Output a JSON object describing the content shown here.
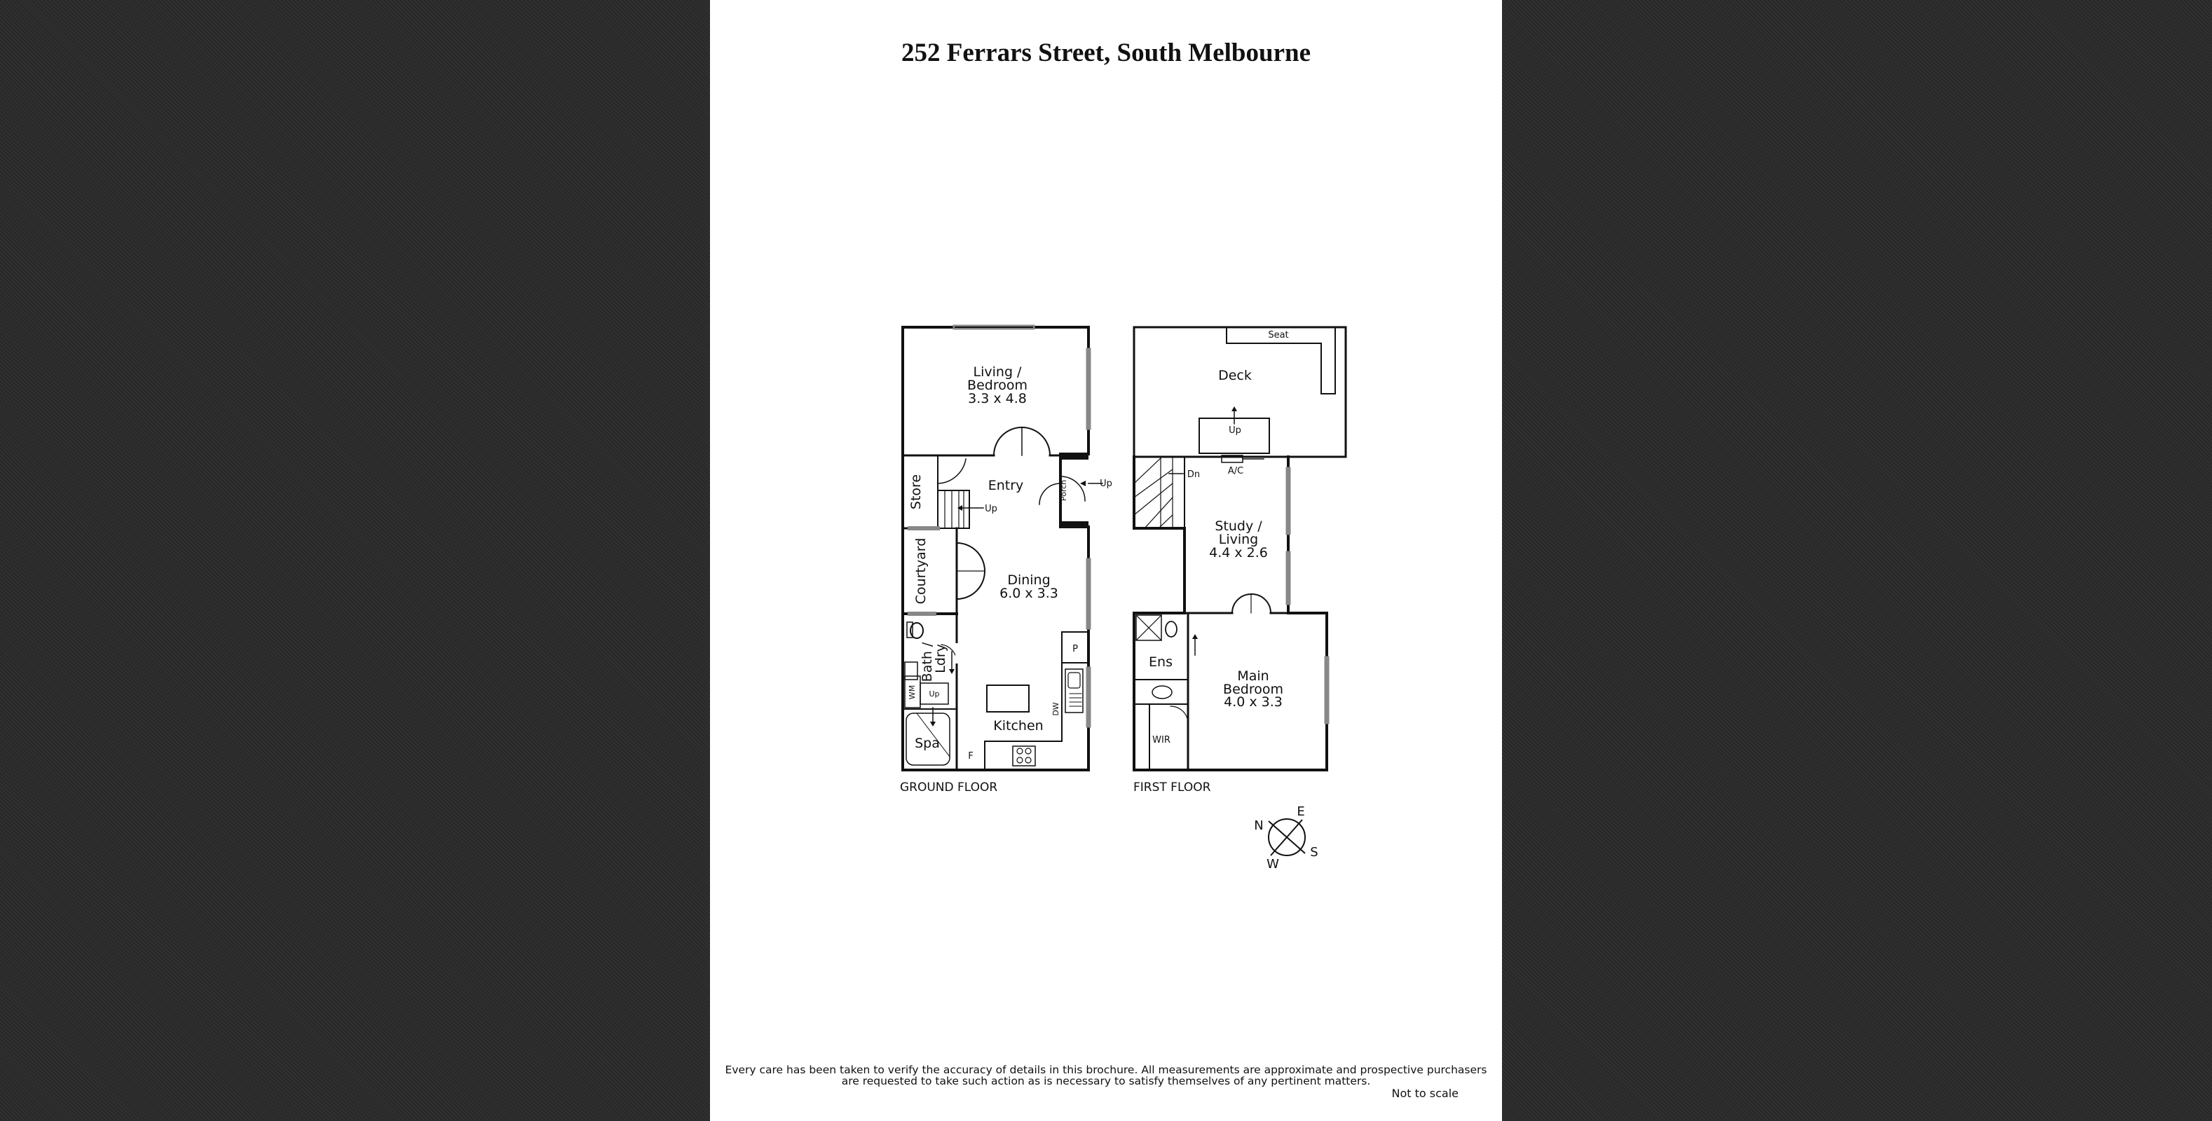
{
  "viewer": {
    "document_title": "252 Ferrars Street, South Melbourne"
  },
  "ground_floor": {
    "label": "GROUND FLOOR",
    "rooms": {
      "living_name_1": "Living /",
      "living_name_2": "Bedroom",
      "living_dims": "3.3 x 4.8",
      "entry": "Entry",
      "store": "Store",
      "courtyard": "Courtyard",
      "dining_name": "Dining",
      "dining_dims": "6.0 x 3.3",
      "bath": "Bath /",
      "ldry": "Ldry",
      "kitchen": "Kitchen",
      "spa": "Spa",
      "porch": "Porch",
      "pantry": "P",
      "fridge": "F",
      "dishwasher": "DW",
      "washing_machine": "WM"
    },
    "stair_up": "Up",
    "porch_up": "Up",
    "bath_up": "Up"
  },
  "first_floor": {
    "label": "FIRST FLOOR",
    "rooms": {
      "deck": "Deck",
      "seat": "Seat",
      "ac": "A/C",
      "study_name_1": "Study /",
      "study_name_2": "Living",
      "study_dims": "4.4 x 2.6",
      "ens": "Ens",
      "main_name_1": "Main",
      "main_name_2": "Bedroom",
      "main_dims": "4.0 x 3.3",
      "wir": "WIR"
    },
    "deck_up": "Up",
    "stair_dn": "Dn"
  },
  "compass": {
    "n": "N",
    "e": "E",
    "s": "S",
    "w": "W"
  },
  "footer": {
    "disclaimer_line1": "Every care has been taken to verify the accuracy of details in this brochure.  All measurements are approximate and prospective purchasers",
    "disclaimer_line2": "are requested to take such action as is necessary to satisfy themselves of any pertinent matters.",
    "not_to_scale": "Not to scale"
  }
}
